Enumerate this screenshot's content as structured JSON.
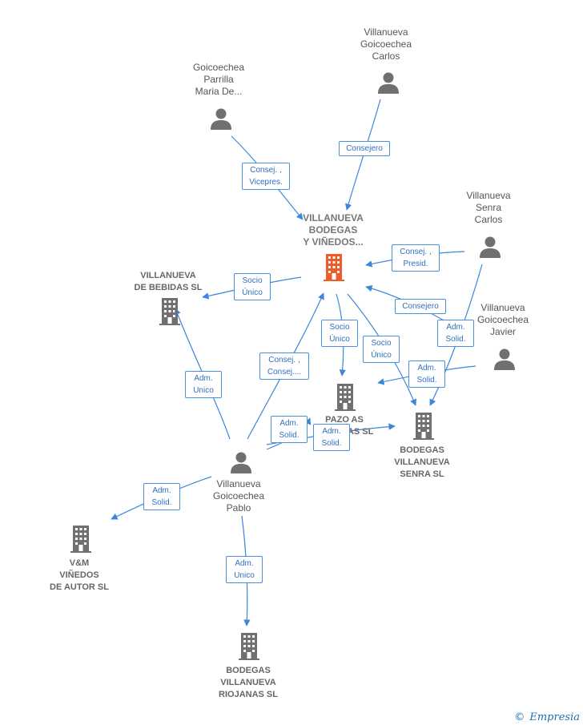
{
  "colors": {
    "edge": "#3d86d9",
    "person": "#707070",
    "company": "#707070",
    "main_company": "#f05a28"
  },
  "nodes": {
    "main": {
      "label": "VILLANUEVA\nBODEGAS\nY VIÑEDOS..."
    },
    "villanueva_bebidas": {
      "label": "VILLANUEVA\nDE BEBIDAS SL"
    },
    "pazo_as": {
      "label": "PAZO AS\nBODEGAS SL"
    },
    "bodegas_villanueva_senra": {
      "label": "BODEGAS\nVILLANUEVA\nSENRA SL"
    },
    "vm_vinedos": {
      "label": "V&M\nVIÑEDOS\nDE AUTOR  SL"
    },
    "bodegas_riojanas": {
      "label": "BODEGAS\nVILLANUEVA\nRIOJANAS  SL"
    },
    "goicoechea_parrilla": {
      "label": "Goicoechea\nParrilla\nMaria De..."
    },
    "villanueva_carlos": {
      "label": "Villanueva\nGoicoechea\nCarlos"
    },
    "villanueva_senra_carlos": {
      "label": "Villanueva\nSenra\nCarlos"
    },
    "villanueva_javier": {
      "label": "Villanueva\nGoicoechea\nJavier"
    },
    "villanueva_pablo": {
      "label": "Villanueva\nGoicoechea\nPablo"
    }
  },
  "edges": {
    "e1": "Consej. ,\nVicepres.",
    "e2": "Consejero",
    "e3": "Consej. ,\nPresid.",
    "e4": "Consejero",
    "e5": "Adm.\nSolid.",
    "e6": "Adm.\nSolid.",
    "e7": "Socio\nÚnico",
    "e8": "Socio\nÚnico",
    "e9": "Socio\nÚnico",
    "e10": "Adm.\nUnico",
    "e11": "Consej. ,\nConsej....",
    "e12": "Adm.\nSolid.",
    "e13": "Adm.\nSolid.",
    "e14": "Adm.\nSolid.",
    "e15": "Adm.\nUnico"
  },
  "footer": {
    "copyright": "©",
    "brand": "Empresia"
  }
}
